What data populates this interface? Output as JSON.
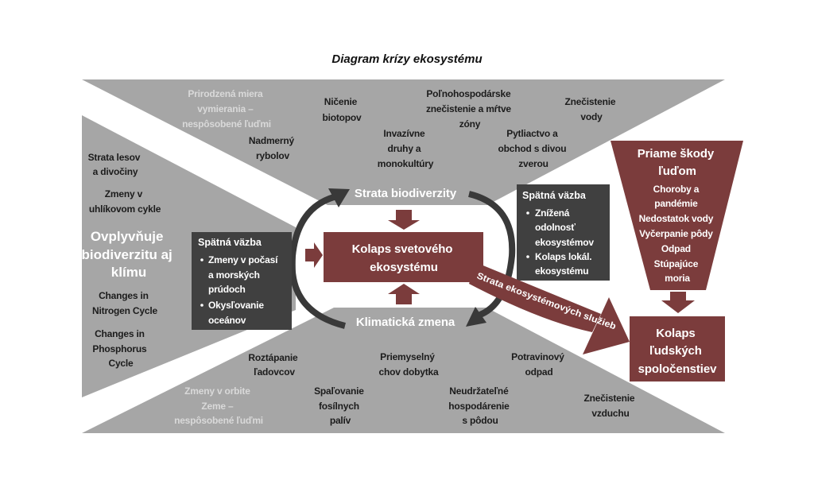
{
  "title": "Diagram krízy ekosystému",
  "colors": {
    "region_gray": "#a6a6a6",
    "maroon": "#7b3c3c",
    "dark_box": "#404040",
    "arc": "#393939",
    "natural_text": "#d9d9d9"
  },
  "natural_causes": [
    {
      "lines": [
        "Prirodzená miera",
        "vymierania –",
        "nespôsobené ľuďmi"
      ]
    },
    {
      "lines": [
        "Zmeny v orbite",
        "Zeme –",
        "nespôsobené ľuďmi"
      ]
    }
  ],
  "biodiversity_drivers": [
    {
      "lines": [
        "Ničenie",
        "biotopov"
      ]
    },
    {
      "lines": [
        "Nadmerný",
        "rybolov"
      ]
    },
    {
      "lines": [
        "Poľnohospodárske",
        "znečistenie a mŕtve",
        "zóny"
      ]
    },
    {
      "lines": [
        "Invazívne",
        "druhy a",
        "monokultúry"
      ]
    },
    {
      "lines": [
        "Pytliactvo a",
        "obchod s divou",
        "zverou"
      ]
    },
    {
      "lines": [
        "Znečistenie",
        "vody"
      ]
    }
  ],
  "shared_drivers": {
    "heading": [
      "Ovplyvňuje",
      "biodiverzitu aj",
      "klímu"
    ],
    "items": [
      {
        "lines": [
          "Strata lesov",
          "a divočiny"
        ]
      },
      {
        "lines": [
          "Zmeny v",
          "uhlíkovom cykle"
        ]
      },
      {
        "lines": [
          "Changes in",
          "Nitrogen Cycle"
        ]
      },
      {
        "lines": [
          "Changes in",
          "Phosphorus",
          "Cycle"
        ]
      }
    ]
  },
  "climate_drivers": [
    {
      "lines": [
        "Roztápanie",
        "ľadovcov"
      ]
    },
    {
      "lines": [
        "Priemyselný",
        "chov dobytka"
      ]
    },
    {
      "lines": [
        "Potravinový",
        "odpad"
      ]
    },
    {
      "lines": [
        "Spaľovanie",
        "fosílnych",
        "palív"
      ]
    },
    {
      "lines": [
        "Neudržateľné",
        "hospodárenie",
        "s pôdou"
      ]
    },
    {
      "lines": [
        "Znečistenie",
        "vzduchu"
      ]
    }
  ],
  "center": {
    "biodiversity_loss": "Strata biodiverzity",
    "climate_change": "Klimatická zmena",
    "ecosystem_collapse": [
      "Kolaps svetového",
      "ekosystému"
    ],
    "services_loss": "Strata ekosystémových služieb"
  },
  "feedback_left": {
    "title": "Spätná väzba",
    "bullets": [
      [
        "Zmeny v počasí",
        "a morských",
        "prúdoch"
      ],
      [
        "Okysľovanie",
        "oceánov"
      ]
    ]
  },
  "feedback_right": {
    "title": "Spätná väzba",
    "bullets": [
      [
        "Znížená",
        "odolnosť",
        "ekosystémov"
      ],
      [
        "Kolaps lokál.",
        "ekosystému"
      ]
    ]
  },
  "direct_harm": {
    "title": [
      "Priame škody",
      "ľuďom"
    ],
    "lines": [
      "Choroby a",
      "pandémie",
      "Nedostatok vody",
      "Vyčerpanie pôdy",
      "Odpad",
      "Stúpajúce",
      "moria"
    ]
  },
  "society_collapse": [
    "Kolaps",
    "ľudských",
    "spoločenstiev"
  ]
}
